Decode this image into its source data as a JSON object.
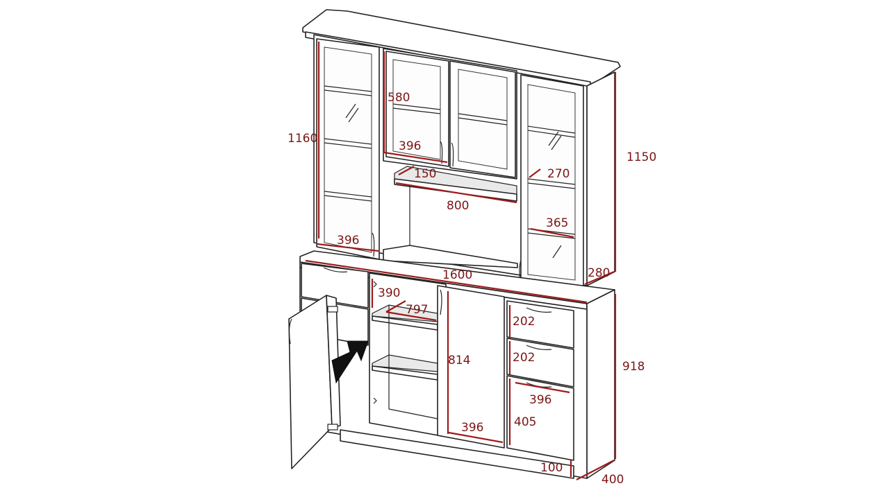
{
  "dimensions": {
    "left_vitrine_height": "1160",
    "top_cabinet_height": "580",
    "top_cabinet_width": "396",
    "niche_shelf_depth": "150",
    "niche_width": "800",
    "left_vitrine_width": "396",
    "right_shelf_depth_top": "270",
    "right_shelf_depth": "365",
    "upper_total_height": "1150",
    "total_width": "1600",
    "upper_depth": "280",
    "base_section_height": "390",
    "base_shelf_width": "797",
    "drawer_height_1": "202",
    "drawer_height_2": "202",
    "door_height": "814",
    "base_door_width": "396",
    "drawer_width": "396",
    "bottom_drawer_height": "405",
    "plinth_height": "100",
    "lower_height": "918",
    "total_depth": "400"
  },
  "colors": {
    "dimension_text": "#7a1515",
    "dimension_line": "#9e1b1b",
    "outline": "#222222",
    "arrow": "#111111"
  }
}
